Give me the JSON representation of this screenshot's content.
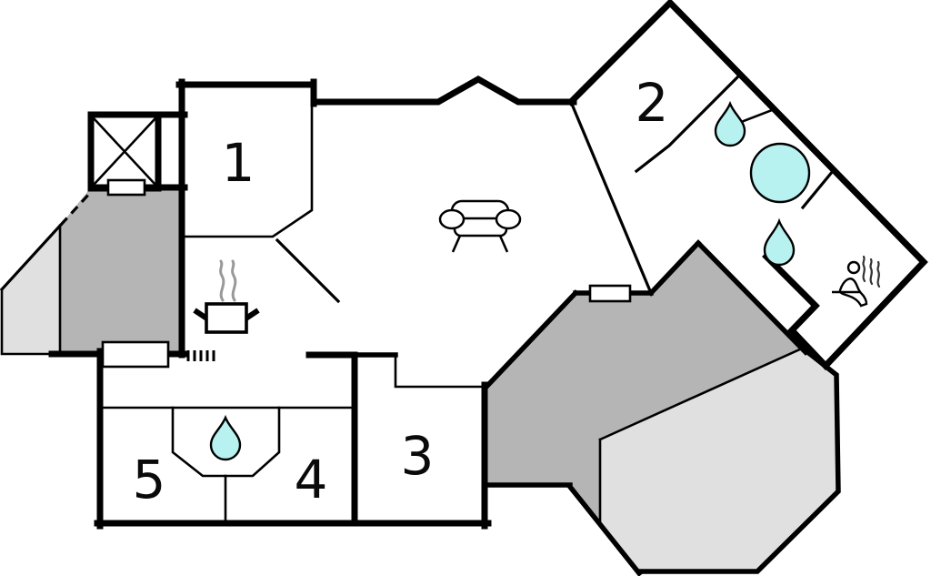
{
  "plan": {
    "type": "house-floor-plan",
    "rooms": [
      {
        "id": "room-1",
        "label": "1"
      },
      {
        "id": "room-2",
        "label": "2"
      },
      {
        "id": "room-3",
        "label": "3"
      },
      {
        "id": "room-4",
        "label": "4"
      },
      {
        "id": "room-5",
        "label": "5"
      }
    ],
    "icons": [
      {
        "name": "sofa-icon",
        "meaning": "living room seating"
      },
      {
        "name": "cooking-pot-icon",
        "meaning": "kitchen / stove"
      },
      {
        "name": "water-drop-icon",
        "meaning": "water / shower fixture",
        "count": 3
      },
      {
        "name": "bathtub-circle-icon",
        "meaning": "round tub / whirlpool"
      },
      {
        "name": "sauna-person-icon",
        "meaning": "sauna"
      },
      {
        "name": "crossed-square-icon",
        "meaning": "utility / storage box"
      }
    ],
    "colors": {
      "wall": "#000000",
      "terrace_dark": "#b5b5b5",
      "terrace_light": "#e0e0e0",
      "water": "#b7f2f0",
      "steam": "#999999",
      "background": "#ffffff"
    }
  }
}
